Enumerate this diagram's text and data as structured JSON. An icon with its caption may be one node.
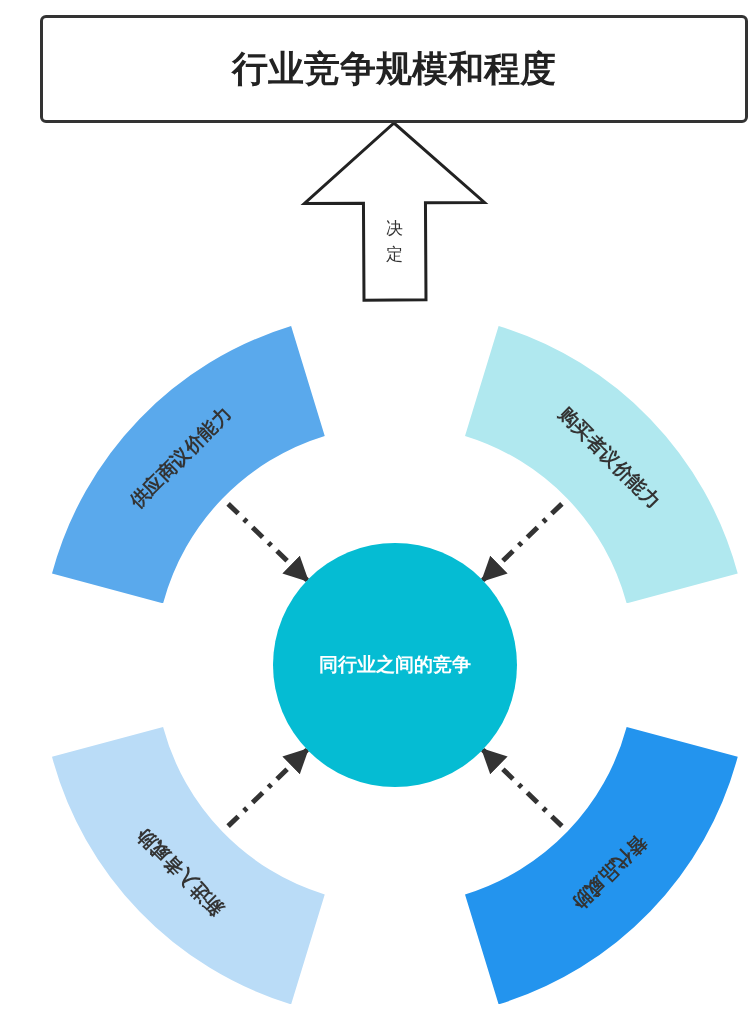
{
  "diagram": {
    "nodes": [
      {
        "text": [
          "行业竞争规模和程度"
        ]
      },
      {
        "text": [
          "供应商议价能力"
        ]
      },
      {
        "text": [
          "购买者议价能力"
        ]
      },
      {
        "text": [
          "同行业之间的竞争"
        ]
      },
      {
        "text": [
          "新进入者威胁"
        ]
      },
      {
        "text": [
          "替代品威胁"
        ]
      }
    ],
    "edges": [
      {
        "from": null,
        "to": 0,
        "arrow": "to",
        "label": "决定",
        "style": "thick"
      },
      {
        "from": 1,
        "to": 3,
        "arrow": "to",
        "style": "dashed"
      },
      {
        "from": 2,
        "to": 3,
        "arrow": "to",
        "style": "dashed"
      },
      {
        "from": 4,
        "to": 3,
        "arrow": "to",
        "style": "dashed"
      },
      {
        "from": 5,
        "to": 3,
        "arrow": "to",
        "style": "dashed"
      }
    ]
  }
}
